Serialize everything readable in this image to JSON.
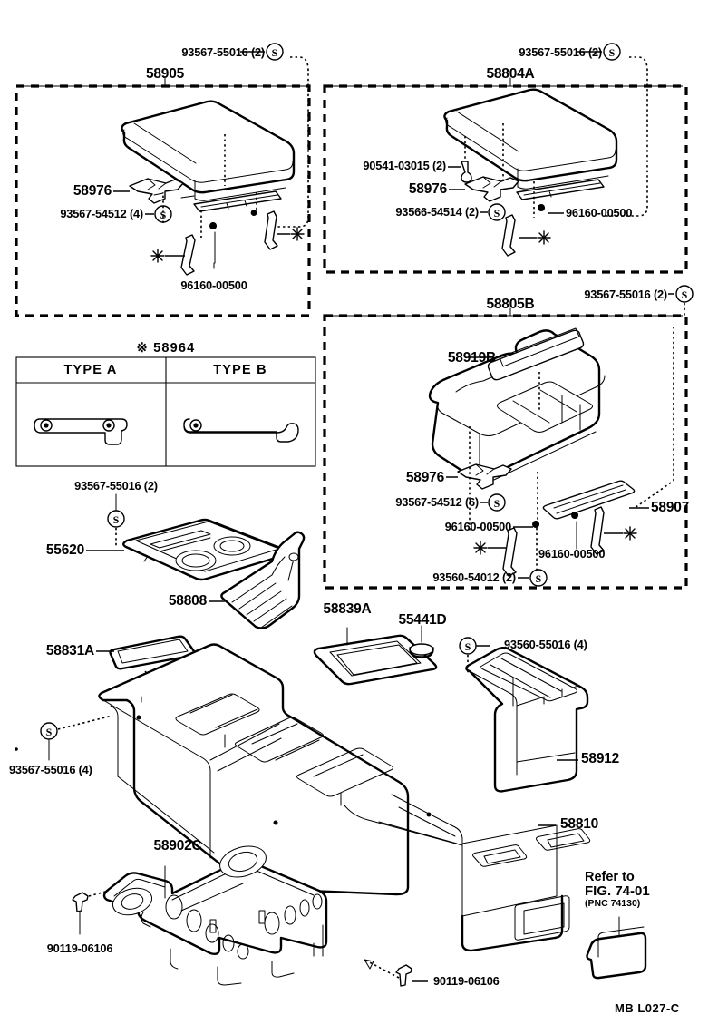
{
  "diagram": {
    "footer_code": "MB  L027-C",
    "refer_note": {
      "line1": "Refer to",
      "line2": "FIG. 74-01",
      "line3": "(PNC 74130)"
    },
    "type_table": {
      "header": "※ 58964",
      "columns": [
        "TYPE  A",
        "TYPE  B"
      ]
    },
    "groups": {
      "g58905": {
        "code": "58905"
      },
      "g58804A": {
        "code": "58804A"
      },
      "g58805B": {
        "code": "58805B"
      }
    },
    "callouts": [
      {
        "id": "c1",
        "text": "93567-55016 (2)"
      },
      {
        "id": "c2",
        "text": "58905"
      },
      {
        "id": "c3",
        "text": "58976"
      },
      {
        "id": "c4",
        "text": "93567-54512 (4)"
      },
      {
        "id": "c5",
        "text": "96160-00500"
      },
      {
        "id": "c6",
        "text": "93567-55016 (2)"
      },
      {
        "id": "c7",
        "text": "58804A"
      },
      {
        "id": "c8",
        "text": "90541-03015 (2)"
      },
      {
        "id": "c9",
        "text": "58976"
      },
      {
        "id": "c10",
        "text": "93566-54514 (2)"
      },
      {
        "id": "c11",
        "text": "96160-00500"
      },
      {
        "id": "c12",
        "text": "58805B"
      },
      {
        "id": "c13",
        "text": "93567-55016 (2)"
      },
      {
        "id": "c14",
        "text": "58919B"
      },
      {
        "id": "c15",
        "text": "58976"
      },
      {
        "id": "c16",
        "text": "93567-54512 (6)"
      },
      {
        "id": "c17",
        "text": "96160-00500"
      },
      {
        "id": "c18",
        "text": "58907"
      },
      {
        "id": "c19",
        "text": "96160-00500"
      },
      {
        "id": "c20",
        "text": "93560-54012 (2)"
      },
      {
        "id": "c21",
        "text": "※ 58964"
      },
      {
        "id": "c22",
        "text": "93567-55016 (2)"
      },
      {
        "id": "c23",
        "text": "55620"
      },
      {
        "id": "c24",
        "text": "58808"
      },
      {
        "id": "c25",
        "text": "58831A"
      },
      {
        "id": "c26",
        "text": "58839A"
      },
      {
        "id": "c27",
        "text": "55441D"
      },
      {
        "id": "c28",
        "text": "93560-55016 (4)"
      },
      {
        "id": "c29",
        "text": "58912"
      },
      {
        "id": "c30",
        "text": "93567-55016 (4)"
      },
      {
        "id": "c31",
        "text": "58810"
      },
      {
        "id": "c32",
        "text": "58902C"
      },
      {
        "id": "c33",
        "text": "90119-06106"
      },
      {
        "id": "c34",
        "text": "90119-06106"
      }
    ],
    "colors": {
      "ink": "#000000",
      "paper": "#ffffff"
    }
  }
}
